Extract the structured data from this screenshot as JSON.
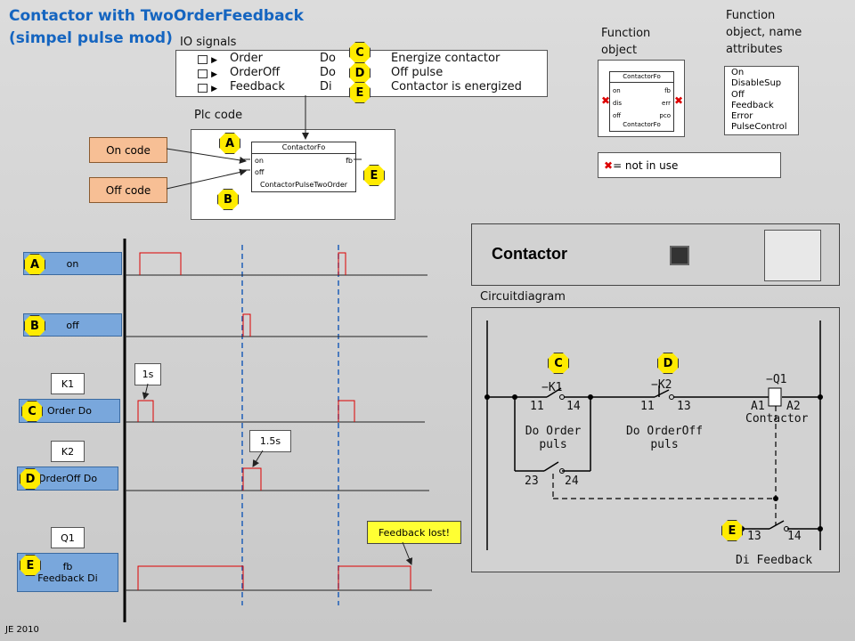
{
  "title": {
    "line1": "Contactor with TwoOrderFeedback",
    "line2": "(simpel pulse mod)"
  },
  "io_signals": {
    "heading": "IO signals",
    "rows": [
      {
        "name": "Order",
        "type": "Do",
        "badge": "C",
        "desc": "Energize contactor"
      },
      {
        "name": "OrderOff",
        "type": "Do",
        "badge": "D",
        "desc": "Off pulse"
      },
      {
        "name": "Feedback",
        "type": "Di",
        "badge": "E",
        "desc": "Contactor is energized"
      }
    ]
  },
  "plc": {
    "heading": "Plc code",
    "block_title": "ContactorFo",
    "pin_on": "on",
    "pin_off": "off",
    "pin_fb": "fb",
    "block_name": "ContactorPulseTwoOrder",
    "badge_a": "A",
    "badge_b": "B",
    "badge_e": "E"
  },
  "on_code": "On code",
  "off_code": "Off code",
  "func_obj": {
    "heading1": "Function",
    "heading2": "object",
    "title": "ContactorFo",
    "pins_left": [
      "on",
      "dis",
      "off"
    ],
    "pins_right": [
      "fb",
      "err",
      "pco"
    ],
    "name": "ContactorFo"
  },
  "attrs": {
    "heading1": "Function",
    "heading2": "object, name",
    "heading3": "attributes",
    "items": [
      "On",
      "DisableSup",
      "Off",
      "Feedback",
      "Error",
      "PulseControl"
    ]
  },
  "legend": {
    "icon": "✖",
    "text": "= not in use"
  },
  "contactor_panel": {
    "label": "Contactor"
  },
  "circuit": {
    "heading": "Circuitdiagram",
    "k1": "−K1",
    "k1_a": "11",
    "k1_b": "14",
    "k2": "−K2",
    "k2_a": "11",
    "k2_b": "13",
    "q1": "−Q1",
    "a1": "A1",
    "a2": "A2",
    "q1_label": "Contactor",
    "do_order1": "Do Order",
    "do_order2": "puls",
    "do_off1": "Do OrderOff",
    "do_off2": "puls",
    "aux_a": "23",
    "aux_b": "24",
    "fb_a": "13",
    "fb_b": "14",
    "di_fb": "Di Feedback",
    "badge_c": "C",
    "badge_d": "D",
    "badge_e": "E"
  },
  "timing": {
    "a": {
      "badge": "A",
      "label": "on"
    },
    "b": {
      "badge": "B",
      "label": "off"
    },
    "k1": "K1",
    "c": {
      "badge": "C",
      "label": "Order  Do"
    },
    "k2": "K2",
    "d": {
      "badge": "D",
      "label": "OrderOff  Do"
    },
    "q1": "Q1",
    "e": {
      "badge": "E",
      "label1": "fb",
      "label2": "Feedback Di"
    },
    "callout_1s": "1s",
    "callout_15s": "1.5s",
    "feedback_lost": "Feedback lost!"
  },
  "footer": "JE 2010"
}
